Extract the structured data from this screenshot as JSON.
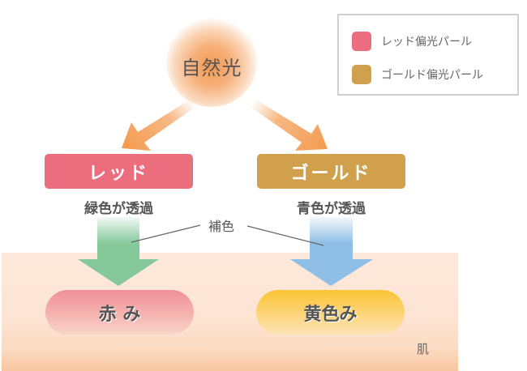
{
  "source": {
    "label": "自然光",
    "icon": "sun-glow"
  },
  "polarizers": [
    {
      "label": "レッド",
      "transmits": "緑色が透過",
      "color": "#ec6d7e",
      "transmitted_color": "#85c99b"
    },
    {
      "label": "ゴールド",
      "transmits": "青色が透過",
      "color": "#d0a04c",
      "transmitted_color": "#8fbfe6"
    }
  ],
  "complementary_label": "補色",
  "results": [
    {
      "label": "赤 み"
    },
    {
      "label": "黄色み"
    }
  ],
  "skin_label": "肌",
  "legend": {
    "items": [
      {
        "label": "レッド偏光パール",
        "color": "#ec6d7e"
      },
      {
        "label": "ゴールド偏光パール",
        "color": "#d0a04c"
      }
    ]
  },
  "colors": {
    "light_arrow": "#f39a4e",
    "skin": "#fde9dc"
  }
}
